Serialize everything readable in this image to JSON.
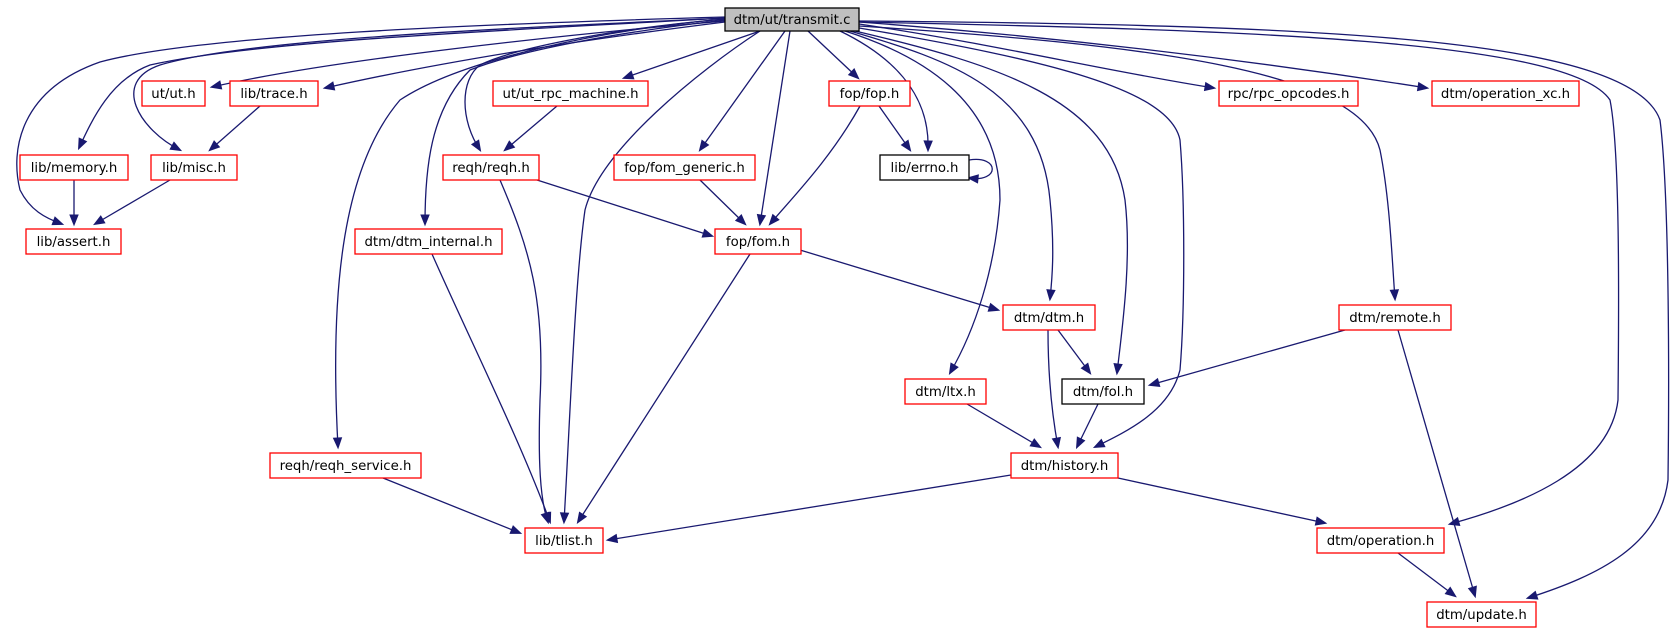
{
  "diagram": {
    "title": "dtm/ut/transmit.c include dependency graph",
    "colors": {
      "edge": "#191970",
      "node_border_default": "#ff0000",
      "node_border_documented": "#000000",
      "root_fill": "#bfbfbf"
    },
    "nodes": [
      {
        "id": "root",
        "label": "dtm/ut/transmit.c",
        "style": "root"
      },
      {
        "id": "ut_h",
        "label": "ut/ut.h",
        "style": "red"
      },
      {
        "id": "trace_h",
        "label": "lib/trace.h",
        "style": "red"
      },
      {
        "id": "memory_h",
        "label": "lib/memory.h",
        "style": "red"
      },
      {
        "id": "misc_h",
        "label": "lib/misc.h",
        "style": "red"
      },
      {
        "id": "assert_h",
        "label": "lib/assert.h",
        "style": "red"
      },
      {
        "id": "ut_rpc_machine_h",
        "label": "ut/ut_rpc_machine.h",
        "style": "red"
      },
      {
        "id": "reqh_h",
        "label": "reqh/reqh.h",
        "style": "red"
      },
      {
        "id": "fop_h",
        "label": "fop/fop.h",
        "style": "red"
      },
      {
        "id": "fom_generic_h",
        "label": "fop/fom_generic.h",
        "style": "red"
      },
      {
        "id": "errno_h",
        "label": "lib/errno.h",
        "style": "black"
      },
      {
        "id": "fom_h",
        "label": "fop/fom.h",
        "style": "red"
      },
      {
        "id": "dtm_internal_h",
        "label": "dtm/dtm_internal.h",
        "style": "red"
      },
      {
        "id": "rpc_opcodes_h",
        "label": "rpc/rpc_opcodes.h",
        "style": "red"
      },
      {
        "id": "operation_xc_h",
        "label": "dtm/operation_xc.h",
        "style": "red"
      },
      {
        "id": "dtm_h",
        "label": "dtm/dtm.h",
        "style": "red"
      },
      {
        "id": "remote_h",
        "label": "dtm/remote.h",
        "style": "red"
      },
      {
        "id": "ltx_h",
        "label": "dtm/ltx.h",
        "style": "red"
      },
      {
        "id": "fol_h",
        "label": "dtm/fol.h",
        "style": "black"
      },
      {
        "id": "reqh_service_h",
        "label": "reqh/reqh_service.h",
        "style": "red"
      },
      {
        "id": "history_h",
        "label": "dtm/history.h",
        "style": "red"
      },
      {
        "id": "tlist_h",
        "label": "lib/tlist.h",
        "style": "red"
      },
      {
        "id": "operation_h",
        "label": "dtm/operation.h",
        "style": "red"
      },
      {
        "id": "update_h",
        "label": "dtm/update.h",
        "style": "red"
      }
    ],
    "edges": [
      {
        "from": "root",
        "to": "ut_h"
      },
      {
        "from": "root",
        "to": "trace_h"
      },
      {
        "from": "root",
        "to": "memory_h"
      },
      {
        "from": "root",
        "to": "misc_h"
      },
      {
        "from": "root",
        "to": "assert_h"
      },
      {
        "from": "root",
        "to": "ut_rpc_machine_h"
      },
      {
        "from": "root",
        "to": "reqh_h"
      },
      {
        "from": "root",
        "to": "dtm_internal_h"
      },
      {
        "from": "root",
        "to": "reqh_service_h"
      },
      {
        "from": "root",
        "to": "tlist_h"
      },
      {
        "from": "root",
        "to": "fop_h"
      },
      {
        "from": "root",
        "to": "fom_generic_h"
      },
      {
        "from": "root",
        "to": "fom_h"
      },
      {
        "from": "root",
        "to": "errno_h"
      },
      {
        "from": "root",
        "to": "rpc_opcodes_h"
      },
      {
        "from": "root",
        "to": "operation_xc_h"
      },
      {
        "from": "root",
        "to": "dtm_h"
      },
      {
        "from": "root",
        "to": "ltx_h"
      },
      {
        "from": "root",
        "to": "fol_h"
      },
      {
        "from": "root",
        "to": "history_h"
      },
      {
        "from": "root",
        "to": "remote_h"
      },
      {
        "from": "root",
        "to": "operation_h"
      },
      {
        "from": "root",
        "to": "update_h"
      },
      {
        "from": "trace_h",
        "to": "misc_h"
      },
      {
        "from": "memory_h",
        "to": "assert_h"
      },
      {
        "from": "misc_h",
        "to": "assert_h"
      },
      {
        "from": "ut_rpc_machine_h",
        "to": "reqh_h"
      },
      {
        "from": "reqh_h",
        "to": "fom_h"
      },
      {
        "from": "reqh_h",
        "to": "tlist_h"
      },
      {
        "from": "fop_h",
        "to": "errno_h"
      },
      {
        "from": "fop_h",
        "to": "fom_h"
      },
      {
        "from": "errno_h",
        "to": "errno_h"
      },
      {
        "from": "fom_generic_h",
        "to": "fom_h"
      },
      {
        "from": "fom_h",
        "to": "dtm_h"
      },
      {
        "from": "fom_h",
        "to": "tlist_h"
      },
      {
        "from": "dtm_internal_h",
        "to": "tlist_h"
      },
      {
        "from": "dtm_h",
        "to": "fol_h"
      },
      {
        "from": "dtm_h",
        "to": "history_h"
      },
      {
        "from": "remote_h",
        "to": "fol_h"
      },
      {
        "from": "remote_h",
        "to": "update_h"
      },
      {
        "from": "ltx_h",
        "to": "history_h"
      },
      {
        "from": "fol_h",
        "to": "history_h"
      },
      {
        "from": "reqh_service_h",
        "to": "tlist_h"
      },
      {
        "from": "history_h",
        "to": "tlist_h"
      },
      {
        "from": "history_h",
        "to": "operation_h"
      },
      {
        "from": "operation_h",
        "to": "update_h"
      }
    ]
  }
}
